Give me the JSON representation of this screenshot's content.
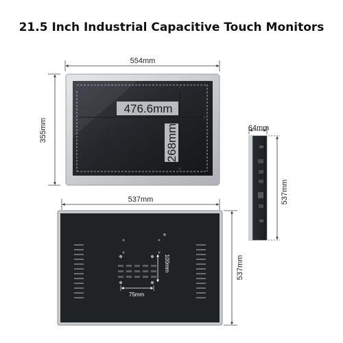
{
  "title": "21.5 Inch Industrial Capacitive Touch Monitors",
  "front_view": {
    "outer_width": "554mm",
    "outer_height": "355mm",
    "screen_width": "476.6mm",
    "screen_height": "268mm"
  },
  "side_view": {
    "depth": "64mm",
    "height": "537mm"
  },
  "back_view": {
    "width": "537mm",
    "height": "537mm",
    "vesa_height": "100mm",
    "vesa_width": "75mm"
  },
  "colors": {
    "bezel": "#c9ccd0",
    "screen": "#1f2226",
    "back_panel": "#202326",
    "dimension_line": "#333333",
    "vent": "#6b6f74"
  }
}
